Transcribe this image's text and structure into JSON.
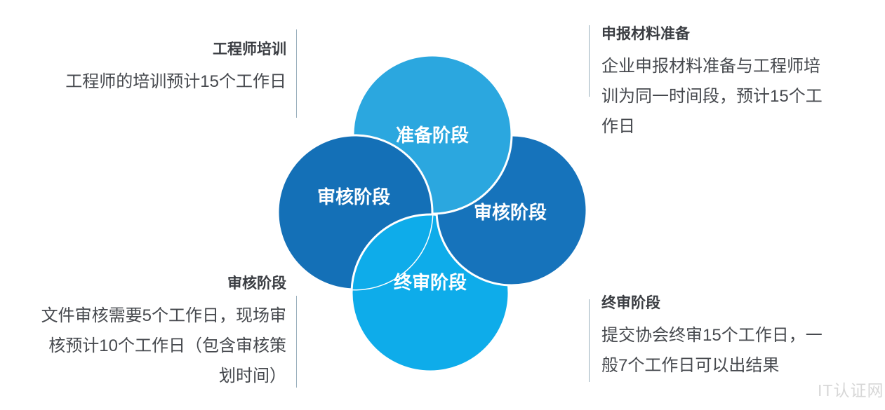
{
  "diagram": {
    "circles": [
      {
        "id": "prep-stage",
        "label": "准备阶段",
        "color": "#2ba7df"
      },
      {
        "id": "audit-stage-left",
        "label": "审核阶段",
        "color": "#1470b7"
      },
      {
        "id": "audit-stage-right",
        "label": "审核阶段",
        "color": "#1673bb"
      },
      {
        "id": "final-stage",
        "label": "终审阶段",
        "color": "#0eacea"
      }
    ],
    "edge_color": "#ffffff"
  },
  "annotations": {
    "top_left": {
      "title": "工程师培训",
      "body": "工程师的培训预计15个工作日"
    },
    "top_right": {
      "title": "申报材料准备",
      "body": "企业申报材料准备与工程师培训为同一时间段，预计15个工作日"
    },
    "bottom_left": {
      "title": "审核阶段",
      "body": "文件审核需要5个工作日，现场审核预计10个工作日（包含审核策划时间）"
    },
    "bottom_right": {
      "title": "终审阶段",
      "body": "提交协会终审15个工作日，一般7个工作日可以出结果"
    }
  },
  "watermark": "IT认证网",
  "colors": {
    "background": "#ffffff",
    "divider": "#9ab0bd",
    "title_text": "#3a3d42",
    "body_text": "#46494e",
    "watermark_text": "#d7d7d7"
  }
}
